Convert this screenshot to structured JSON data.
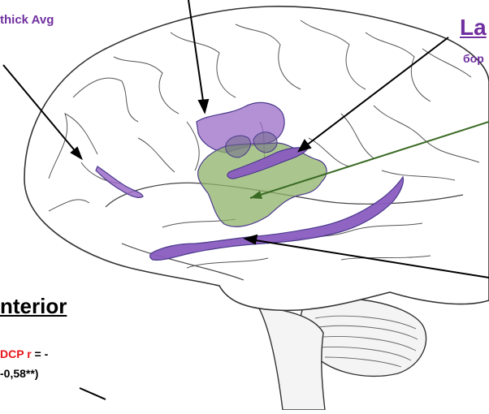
{
  "colors": {
    "label_purple": "#7030a0",
    "corr_red": "#e8161b",
    "region_purple": "#9b6cc7",
    "region_green": "#8fb26a",
    "arrow_green": "#3a6b24",
    "outline": "#333333"
  },
  "labels": {
    "thick_avg": "thick Avg",
    "lateral_title": "La",
    "lateral_subtitle": "бор",
    "anterior_title": "nterior",
    "corr_prefix": "DCP",
    "corr_r": "r",
    "corr_suffix": " = -",
    "corr_value": "-0,58**)"
  }
}
